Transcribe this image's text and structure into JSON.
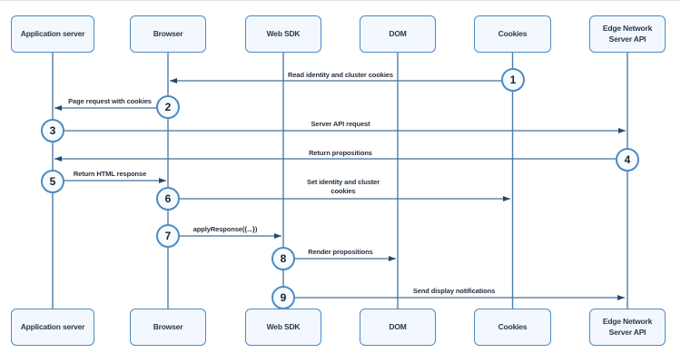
{
  "diagram": {
    "type": "sequence-diagram",
    "participants": [
      {
        "id": "application-server",
        "label": "Application server"
      },
      {
        "id": "browser",
        "label": "Browser"
      },
      {
        "id": "web-sdk",
        "label": "Web SDK"
      },
      {
        "id": "dom",
        "label": "DOM"
      },
      {
        "id": "cookies",
        "label": "Cookies"
      },
      {
        "id": "edge-network-server-api",
        "label": "Edge Network Server API"
      }
    ],
    "steps": [
      {
        "num": "1",
        "label": "Read identity and cluster cookies",
        "from": "Cookies",
        "to": "Browser"
      },
      {
        "num": "2",
        "label": "Page request with cookies",
        "from": "Browser",
        "to": "Application server"
      },
      {
        "num": "3",
        "label": "Server API request",
        "from": "Application server",
        "to": "Edge Network Server API"
      },
      {
        "num": "4",
        "label": "Return propositions",
        "from": "Edge Network Server API",
        "to": "Application server"
      },
      {
        "num": "5",
        "label": "Return HTML response",
        "from": "Application server",
        "to": "Browser"
      },
      {
        "num": "6",
        "label": "Set identity and cluster cookies",
        "from": "Browser",
        "to": "Cookies"
      },
      {
        "num": "7",
        "label": "applyResponse({...})",
        "from": "Browser",
        "to": "Web SDK"
      },
      {
        "num": "8",
        "label": "Render propositions",
        "from": "Web SDK",
        "to": "DOM"
      },
      {
        "num": "9",
        "label": "Send display notifications",
        "from": "Web SDK",
        "to": "Edge Network Server API"
      }
    ],
    "colors": {
      "box_fill": "#f2f8fd",
      "box_border": "#4d8bc3",
      "line": "#41719c",
      "arrowhead": "#234a6d",
      "text": "#2b3a4a",
      "label": "#24313f",
      "step_fill": "#f6fbff",
      "step_num": "#18222e",
      "bg": "#ffffff"
    }
  }
}
